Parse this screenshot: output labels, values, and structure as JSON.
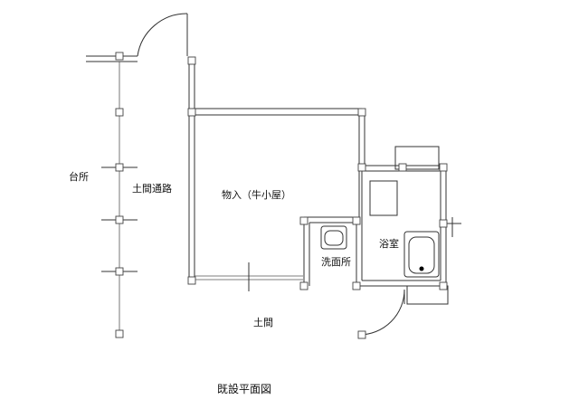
{
  "rooms": {
    "kitchen": "台所",
    "earthen_passage": "土間通路",
    "storage": "物入（牛小屋）",
    "bathroom": "浴室",
    "washroom": "洗面所",
    "earthen_floor": "土間"
  },
  "caption": "既設平面図"
}
